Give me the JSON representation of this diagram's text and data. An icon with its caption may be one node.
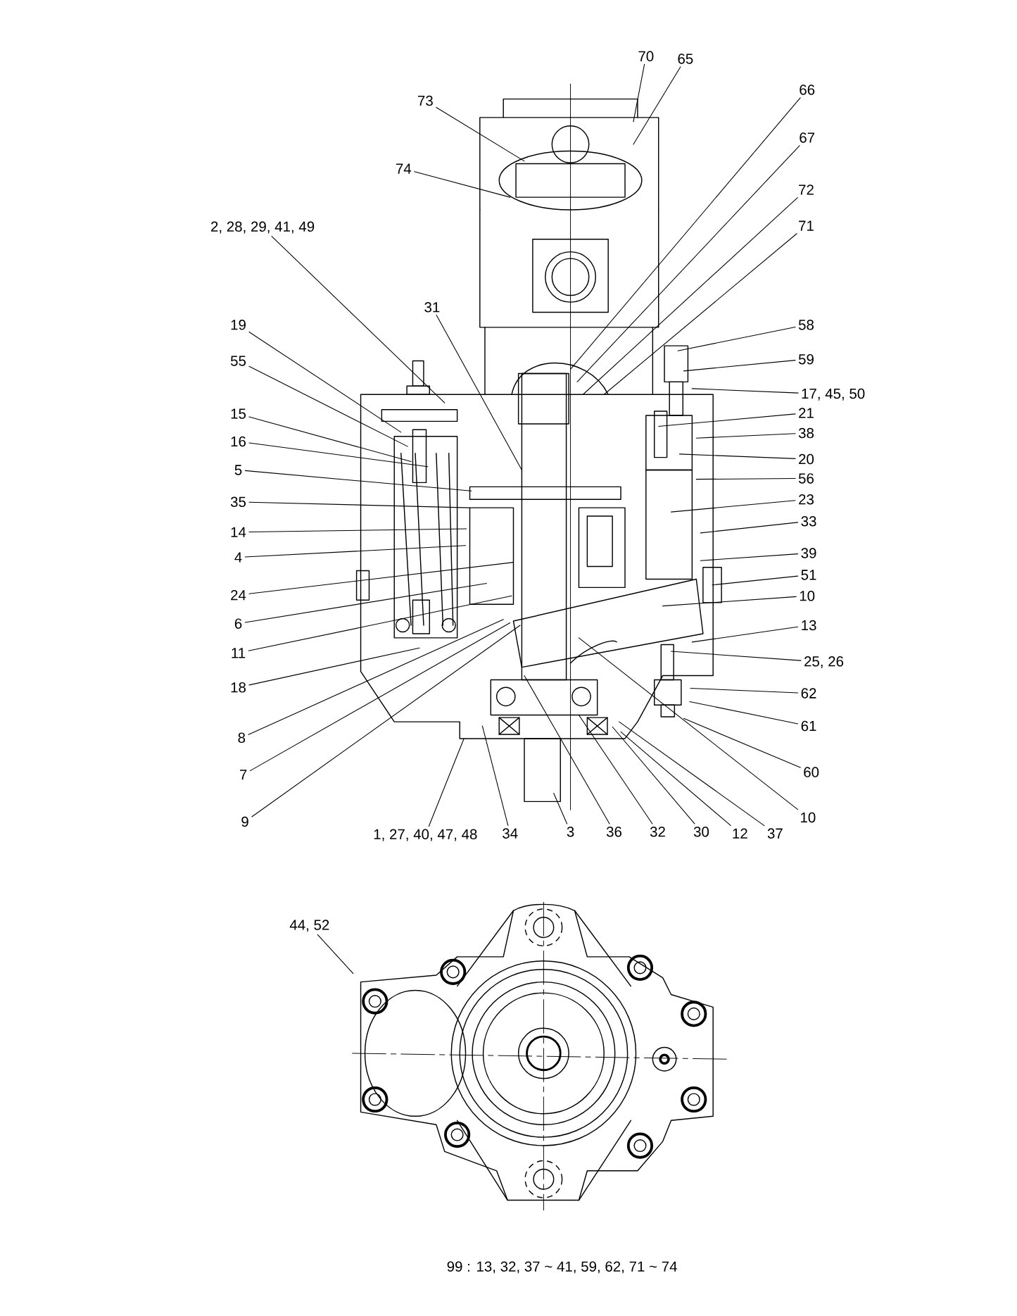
{
  "diagram": {
    "nodes": [
      {
        "text": [
          "70"
        ]
      },
      {
        "text": [
          "65"
        ]
      },
      {
        "text": [
          "73"
        ]
      },
      {
        "text": [
          "66"
        ]
      },
      {
        "text": [
          "67"
        ]
      },
      {
        "text": [
          "74"
        ]
      },
      {
        "text": [
          "72"
        ]
      },
      {
        "text": [
          "71"
        ]
      },
      {
        "text": [
          "2, 28, 29, 41, 49"
        ]
      },
      {
        "text": [
          "31"
        ]
      },
      {
        "text": [
          "19"
        ]
      },
      {
        "text": [
          "58"
        ]
      },
      {
        "text": [
          "59"
        ]
      },
      {
        "text": [
          "55"
        ]
      },
      {
        "text": [
          "17, 45, 50"
        ]
      },
      {
        "text": [
          "15"
        ]
      },
      {
        "text": [
          "21"
        ]
      },
      {
        "text": [
          "38"
        ]
      },
      {
        "text": [
          "16"
        ]
      },
      {
        "text": [
          "20"
        ]
      },
      {
        "text": [
          "5"
        ]
      },
      {
        "text": [
          "56"
        ]
      },
      {
        "text": [
          "35"
        ]
      },
      {
        "text": [
          "23"
        ]
      },
      {
        "text": [
          "14"
        ]
      },
      {
        "text": [
          "33"
        ]
      },
      {
        "text": [
          "4"
        ]
      },
      {
        "text": [
          "39"
        ]
      },
      {
        "text": [
          "51"
        ]
      },
      {
        "text": [
          "24"
        ]
      },
      {
        "text": [
          "10"
        ]
      },
      {
        "text": [
          "6"
        ]
      },
      {
        "text": [
          "13"
        ]
      },
      {
        "text": [
          "11"
        ]
      },
      {
        "text": [
          "25, 26"
        ]
      },
      {
        "text": [
          "18"
        ]
      },
      {
        "text": [
          "62"
        ]
      },
      {
        "text": [
          "8"
        ]
      },
      {
        "text": [
          "61"
        ]
      },
      {
        "text": [
          "7"
        ]
      },
      {
        "text": [
          "60"
        ]
      },
      {
        "text": [
          "9"
        ]
      },
      {
        "text": [
          "10"
        ]
      },
      {
        "text": [
          "1, 27, 40, 47, 48"
        ]
      },
      {
        "text": [
          "34"
        ]
      },
      {
        "text": [
          "3"
        ]
      },
      {
        "text": [
          "36"
        ]
      },
      {
        "text": [
          "32"
        ]
      },
      {
        "text": [
          "30"
        ]
      },
      {
        "text": [
          "12"
        ]
      },
      {
        "text": [
          "37"
        ]
      },
      {
        "text": [
          "44, 52"
        ]
      }
    ],
    "edges": [
      {
        "from": 0,
        "to": null,
        "arrow": "none"
      },
      {
        "from": 1,
        "to": null,
        "arrow": "none"
      },
      {
        "from": 2,
        "to": null,
        "arrow": "none"
      },
      {
        "from": 3,
        "to": null,
        "arrow": "none"
      },
      {
        "from": 4,
        "to": null,
        "arrow": "none"
      },
      {
        "from": 5,
        "to": null,
        "arrow": "none"
      },
      {
        "from": 6,
        "to": null,
        "arrow": "none"
      },
      {
        "from": 7,
        "to": null,
        "arrow": "none"
      },
      {
        "from": 8,
        "to": null,
        "arrow": "none"
      },
      {
        "from": 9,
        "to": null,
        "arrow": "none"
      },
      {
        "from": 10,
        "to": null,
        "arrow": "none"
      },
      {
        "from": 11,
        "to": null,
        "arrow": "none"
      },
      {
        "from": 12,
        "to": null,
        "arrow": "none"
      },
      {
        "from": 13,
        "to": null,
        "arrow": "none"
      },
      {
        "from": 14,
        "to": null,
        "arrow": "none"
      },
      {
        "from": 15,
        "to": null,
        "arrow": "none"
      },
      {
        "from": 16,
        "to": null,
        "arrow": "none"
      },
      {
        "from": 17,
        "to": null,
        "arrow": "none"
      },
      {
        "from": 18,
        "to": null,
        "arrow": "none"
      },
      {
        "from": 19,
        "to": null,
        "arrow": "none"
      },
      {
        "from": 20,
        "to": null,
        "arrow": "none"
      },
      {
        "from": 21,
        "to": null,
        "arrow": "none"
      },
      {
        "from": 22,
        "to": null,
        "arrow": "none"
      },
      {
        "from": 23,
        "to": null,
        "arrow": "none"
      },
      {
        "from": 24,
        "to": null,
        "arrow": "none"
      },
      {
        "from": 25,
        "to": null,
        "arrow": "none"
      },
      {
        "from": 26,
        "to": null,
        "arrow": "none"
      },
      {
        "from": 27,
        "to": null,
        "arrow": "none"
      },
      {
        "from": 28,
        "to": null,
        "arrow": "none"
      },
      {
        "from": 29,
        "to": null,
        "arrow": "none"
      },
      {
        "from": 30,
        "to": null,
        "arrow": "none"
      },
      {
        "from": 31,
        "to": null,
        "arrow": "none"
      },
      {
        "from": 32,
        "to": null,
        "arrow": "none"
      },
      {
        "from": 33,
        "to": null,
        "arrow": "none"
      },
      {
        "from": 34,
        "to": null,
        "arrow": "none"
      },
      {
        "from": 35,
        "to": null,
        "arrow": "none"
      },
      {
        "from": 36,
        "to": null,
        "arrow": "none"
      },
      {
        "from": 37,
        "to": null,
        "arrow": "none"
      },
      {
        "from": 38,
        "to": null,
        "arrow": "none"
      },
      {
        "from": 39,
        "to": null,
        "arrow": "none"
      },
      {
        "from": 40,
        "to": null,
        "arrow": "none"
      },
      {
        "from": 41,
        "to": null,
        "arrow": "none"
      },
      {
        "from": 42,
        "to": null,
        "arrow": "none"
      },
      {
        "from": 43,
        "to": null,
        "arrow": "none"
      },
      {
        "from": 44,
        "to": null,
        "arrow": "none"
      },
      {
        "from": 45,
        "to": null,
        "arrow": "none"
      },
      {
        "from": 46,
        "to": null,
        "arrow": "none"
      },
      {
        "from": 47,
        "to": null,
        "arrow": "none"
      },
      {
        "from": 48,
        "to": null,
        "arrow": "none"
      },
      {
        "from": 49,
        "to": null,
        "arrow": "none"
      },
      {
        "from": 50,
        "to": null,
        "arrow": "none"
      },
      {
        "from": 51,
        "to": null,
        "arrow": "none"
      }
    ],
    "labels": [
      "99 : 13, 32, 37 ~ 41, 59, 62, 71 ~ 74"
    ]
  }
}
